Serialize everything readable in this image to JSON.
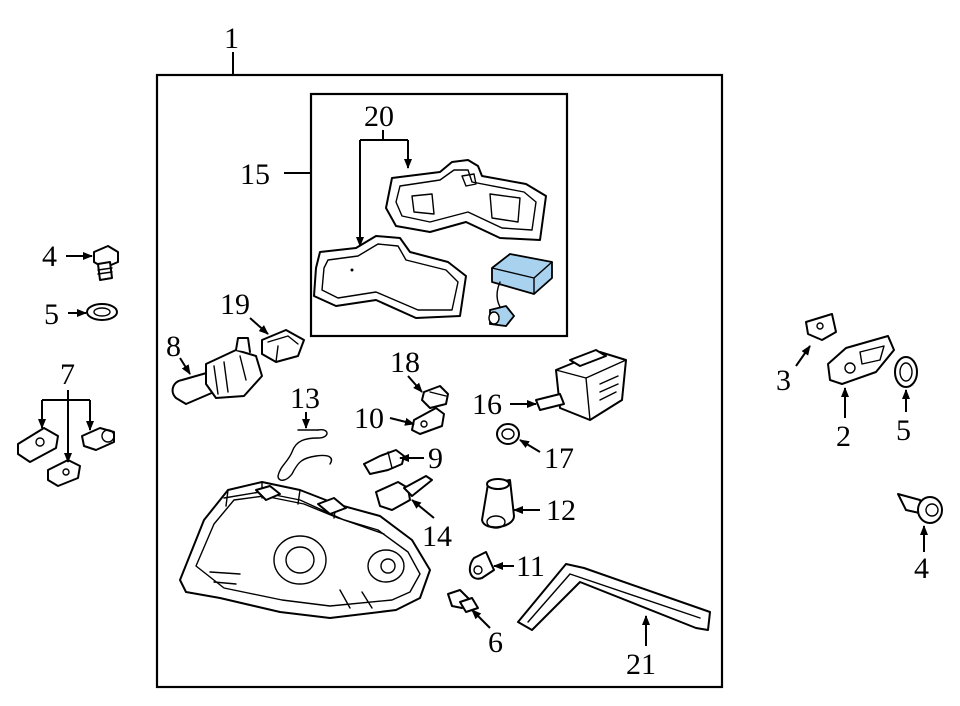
{
  "callouts": {
    "c1": "1",
    "c2": "2",
    "c3": "3",
    "c4_left": "4",
    "c4_right": "4",
    "c5_left": "5",
    "c5_right": "5",
    "c6": "6",
    "c7": "7",
    "c8": "8",
    "c9": "9",
    "c10": "10",
    "c11": "11",
    "c12": "12",
    "c13": "13",
    "c14": "14",
    "c15": "15",
    "c16": "16",
    "c17": "17",
    "c18": "18",
    "c19": "19",
    "c20": "20",
    "c21": "21"
  },
  "colors": {
    "line": "#000000",
    "highlight_module": "#a9d2ee",
    "background": "#ffffff"
  }
}
